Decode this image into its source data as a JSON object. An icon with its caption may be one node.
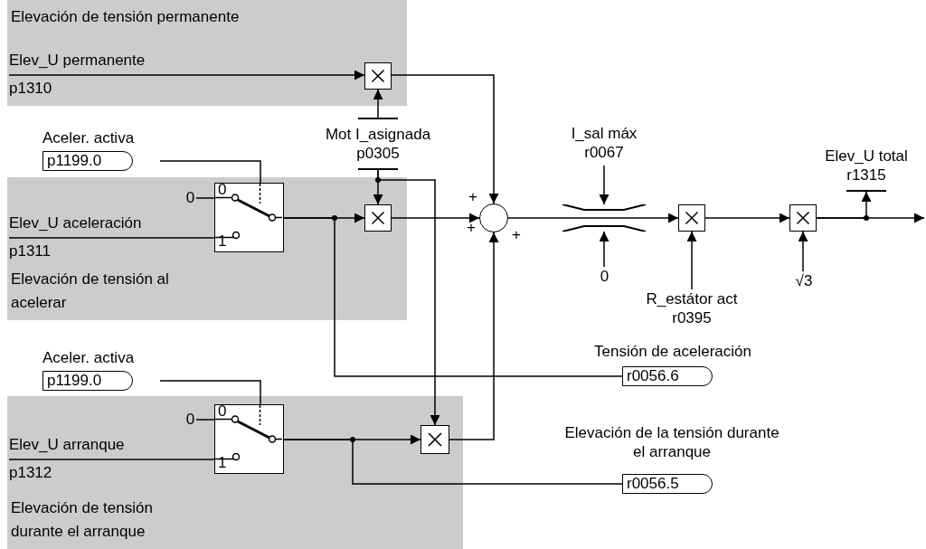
{
  "diagram": {
    "nodes": [
      {
        "text": [
          "Elevación de tensión permanente"
        ]
      },
      {
        "text": [
          "Elev_U permanente",
          "p1310"
        ],
        "in": 0
      },
      {
        "text": [],
        "shape": "box",
        "in": 0
      },
      {
        "text": [
          "Mot I_asignada",
          "p0305"
        ]
      },
      {
        "text": [
          "Aceler. activa",
          "p1199.0"
        ]
      },
      {
        "text": [
          "Elevación de tensión al acelerar"
        ]
      },
      {
        "text": [
          "0",
          "1"
        ],
        "in": 5
      },
      {
        "text": [
          "0"
        ],
        "in": 5
      },
      {
        "text": [
          "Elev_U aceleración",
          "p1311"
        ],
        "in": 5
      },
      {
        "text": [],
        "shape": "box",
        "in": 5
      },
      {
        "text": [],
        "shape": "circle",
        "beside": [
          "+",
          "+",
          "+"
        ]
      },
      {
        "text": [
          "I_sal máx",
          "r0067"
        ]
      },
      {
        "text": [],
        "shape": "limiter"
      },
      {
        "text": [
          "0"
        ]
      },
      {
        "text": [],
        "shape": "box"
      },
      {
        "text": [
          "R_estátor act",
          "r0395"
        ]
      },
      {
        "text": [],
        "shape": "box"
      },
      {
        "text": [
          "√3"
        ]
      },
      {
        "text": [
          "Elev_U total",
          "r1315"
        ]
      },
      {
        "text": [
          "Tensión de aceleración",
          "r0056.6"
        ]
      },
      {
        "text": [
          "Aceler. activa",
          "p1199.0"
        ]
      },
      {
        "text": [
          "Elevación de tensión durante el arranque"
        ]
      },
      {
        "text": [
          "0",
          "1"
        ],
        "in": 21
      },
      {
        "text": [
          "0"
        ],
        "in": 21
      },
      {
        "text": [
          "Elev_U arranque",
          "p1312"
        ],
        "in": 21
      },
      {
        "text": [],
        "shape": "box",
        "in": 21
      },
      {
        "text": [
          "Elevación de la tensión durante el arranque",
          "r0056.5"
        ]
      }
    ],
    "edges": [
      {
        "from": 1,
        "to": 2,
        "arrow": "to"
      },
      {
        "from": 3,
        "to": 2,
        "arrow": "to"
      },
      {
        "from": 2,
        "to": 10,
        "arrow": "to"
      },
      {
        "from": 4,
        "to": 6,
        "arrow": "none"
      },
      {
        "from": 7,
        "to": 6,
        "arrow": "none"
      },
      {
        "from": 8,
        "to": 6,
        "arrow": "none"
      },
      {
        "from": 6,
        "to": 9,
        "arrow": "to"
      },
      {
        "from": 3,
        "to": 9,
        "arrow": "to"
      },
      {
        "from": 3,
        "to": 25,
        "arrow": "to"
      },
      {
        "from": 9,
        "to": 10,
        "arrow": "to"
      },
      {
        "from": 6,
        "to": 19,
        "arrow": "none"
      },
      {
        "from": 25,
        "to": 10,
        "arrow": "to"
      },
      {
        "from": 10,
        "to": 12,
        "arrow": "none"
      },
      {
        "from": 12,
        "to": 14,
        "arrow": "to"
      },
      {
        "from": 11,
        "to": 12,
        "arrow": "to"
      },
      {
        "from": 13,
        "to": 12,
        "arrow": "to"
      },
      {
        "from": 15,
        "to": 14,
        "arrow": "to"
      },
      {
        "from": 14,
        "to": 16,
        "arrow": "to"
      },
      {
        "from": 17,
        "to": 16,
        "arrow": "to"
      },
      {
        "from": 16,
        "to": null,
        "arrow": "to"
      },
      {
        "from": 16,
        "to": 18,
        "arrow": "to"
      },
      {
        "from": 20,
        "to": 22,
        "arrow": "none"
      },
      {
        "from": 23,
        "to": 22,
        "arrow": "none"
      },
      {
        "from": 24,
        "to": 22,
        "arrow": "none"
      },
      {
        "from": 22,
        "to": 25,
        "arrow": "to"
      },
      {
        "from": 22,
        "to": 26,
        "arrow": "none"
      }
    ]
  }
}
